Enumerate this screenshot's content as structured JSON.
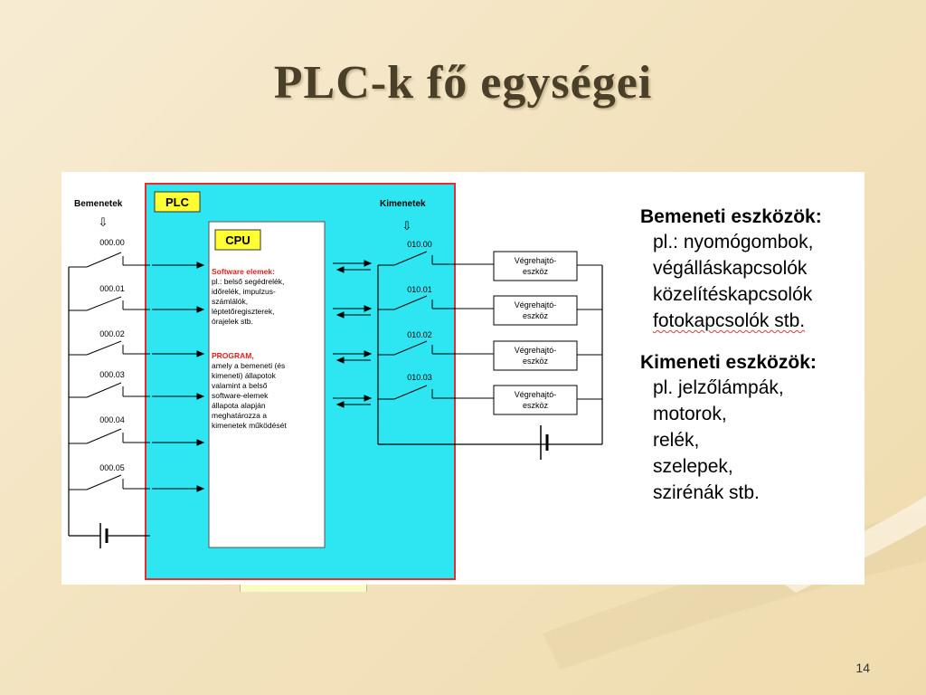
{
  "slide": {
    "title": "PLC-k  fő  egységei",
    "page_number": "14"
  },
  "diagram": {
    "inputs_label": "Bemenetek",
    "outputs_label": "Kimenetek",
    "plc_label": "PLC",
    "cpu_label": "CPU",
    "input_addresses": [
      "000.00",
      "000.01",
      "000.02",
      "000.03",
      "000.04",
      "000.05"
    ],
    "output_addresses": [
      "010.00",
      "010.01",
      "010.02",
      "010.03"
    ],
    "actuator_line1": "Végrehajtó-",
    "actuator_line2": "eszköz",
    "software_heading": "Software elemek:",
    "software_lines": [
      "pl.: belső segédrelék,",
      "időrelék, impulzus-",
      "számlálók,",
      "léptetőregiszterek,",
      "órajelek stb."
    ],
    "program_heading": "PROGRAM,",
    "program_lines": [
      "amely a bemeneti (és",
      "kimeneti) állapotok",
      "valamint a belső",
      "software-elemek",
      "állapota alapján",
      "meghatározza a",
      "kimenetek működését"
    ]
  },
  "text_panel": {
    "inputs_title": "Bemeneti eszközök:",
    "inputs_items": [
      "pl.: nyomógombok,",
      "végálláskapcsolók",
      "közelítéskapcsolók",
      "fotokapcsolók stb."
    ],
    "outputs_title": "Kimeneti eszközök:",
    "outputs_items": [
      "pl. jelzőlámpák,",
      "motorok,",
      "relék,",
      "szelepek,",
      "szirénák stb."
    ]
  },
  "colors": {
    "plc_fill": "#2ee6f2",
    "plc_border": "#e03030",
    "label_box": "#ffff33"
  }
}
